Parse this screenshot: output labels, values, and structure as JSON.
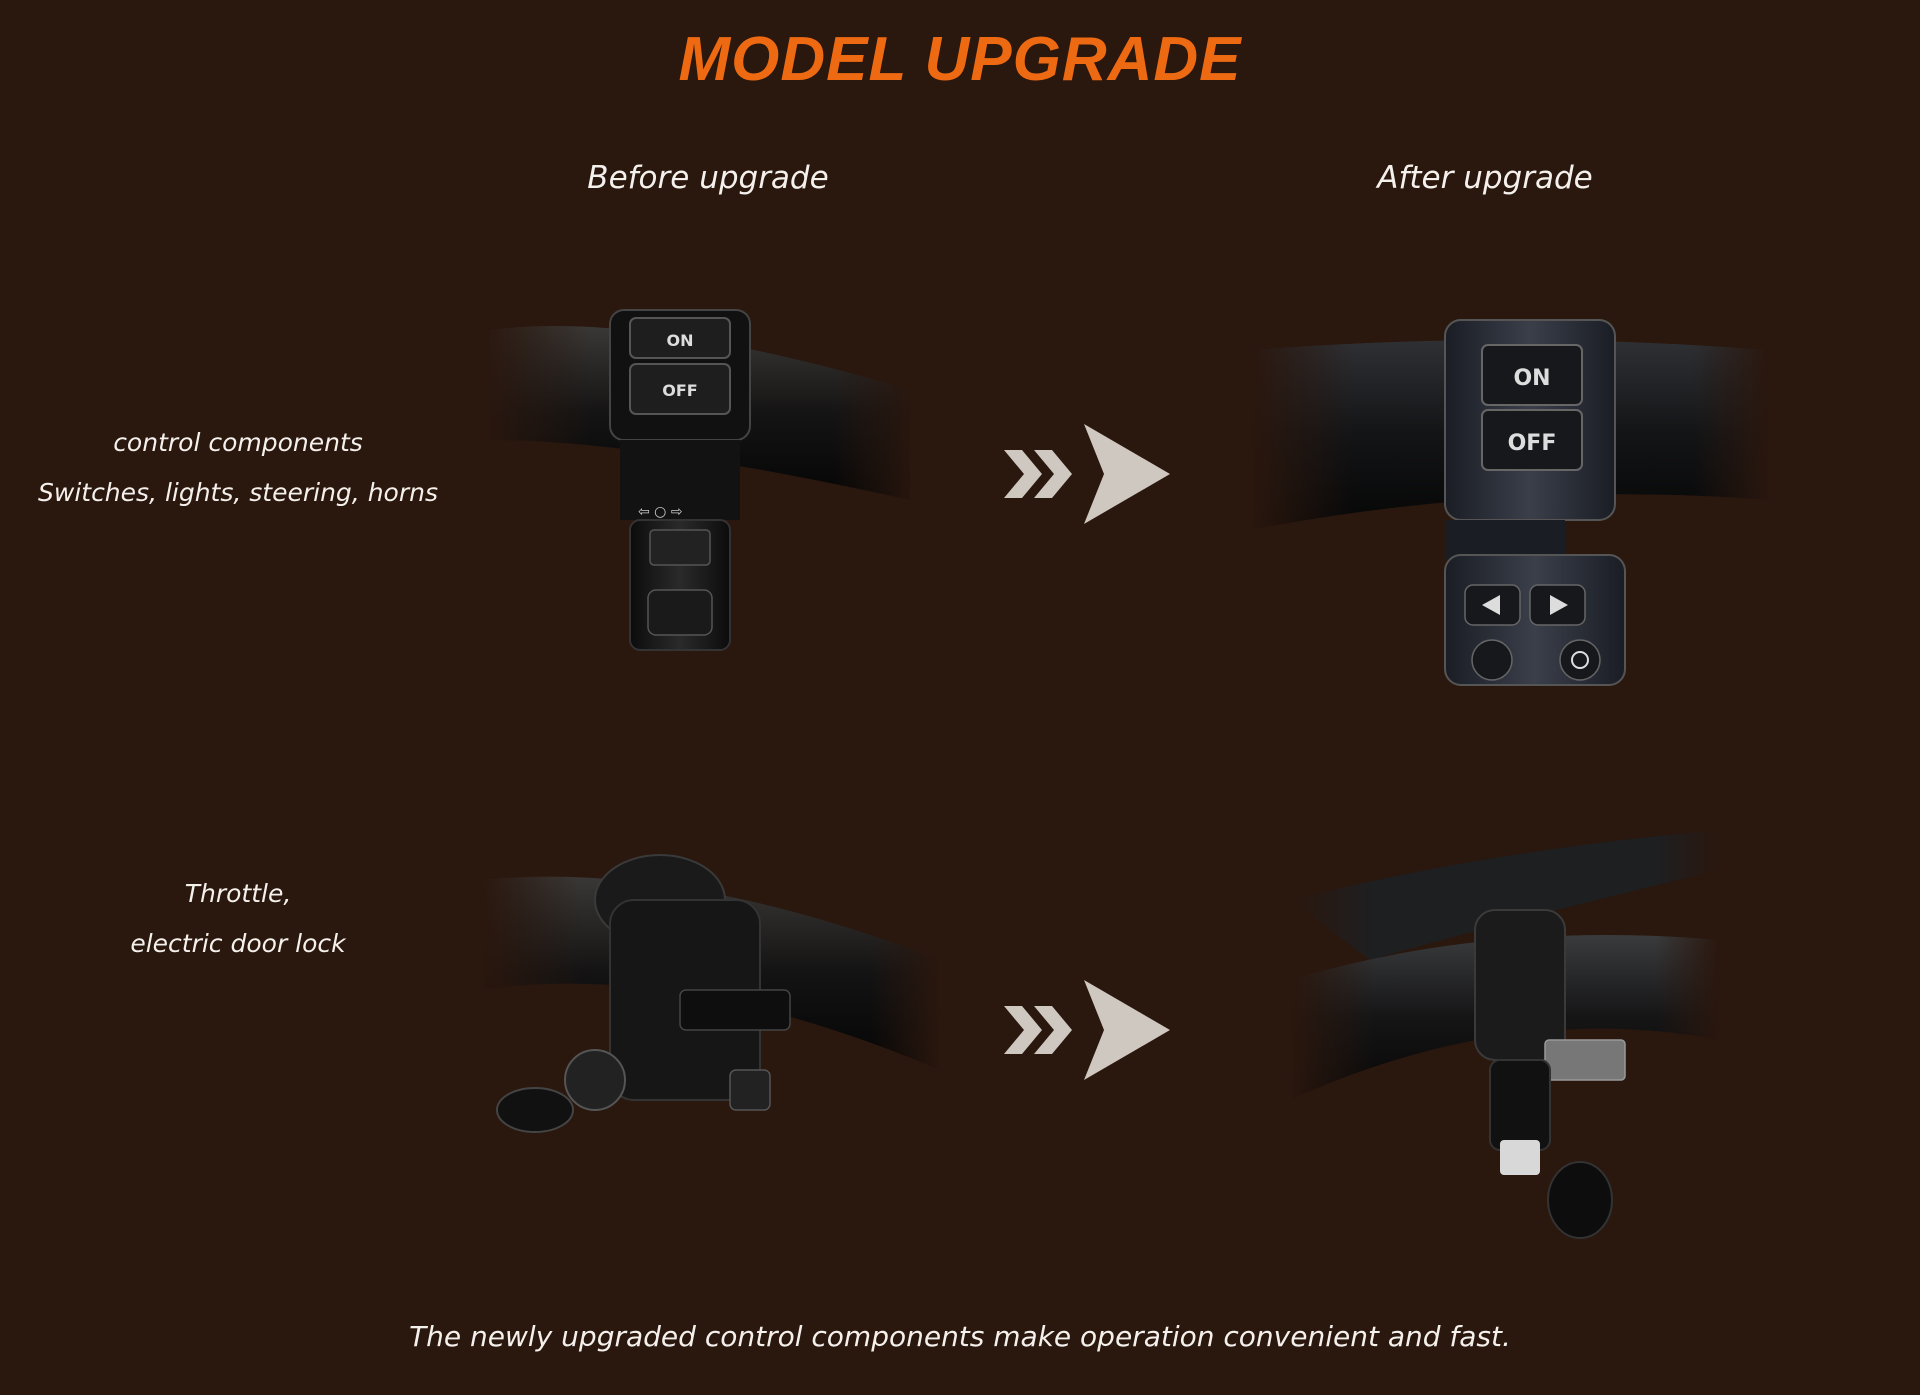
{
  "title": "MODEL UPGRADE",
  "columns": {
    "before": "Before upgrade",
    "after": "After upgrade"
  },
  "rows": [
    {
      "line1": "control components",
      "line2": "Switches, lights, steering, horns"
    },
    {
      "line1": "Throttle,",
      "line2": "electric door lock"
    }
  ],
  "switch_labels": {
    "on": "ON",
    "off": "OFF"
  },
  "footer": "The newly upgraded control components make operation convenient and fast.",
  "colors": {
    "background": "#2a170e",
    "accent": "#ee6a12",
    "arrow": "#cfc8c1"
  }
}
